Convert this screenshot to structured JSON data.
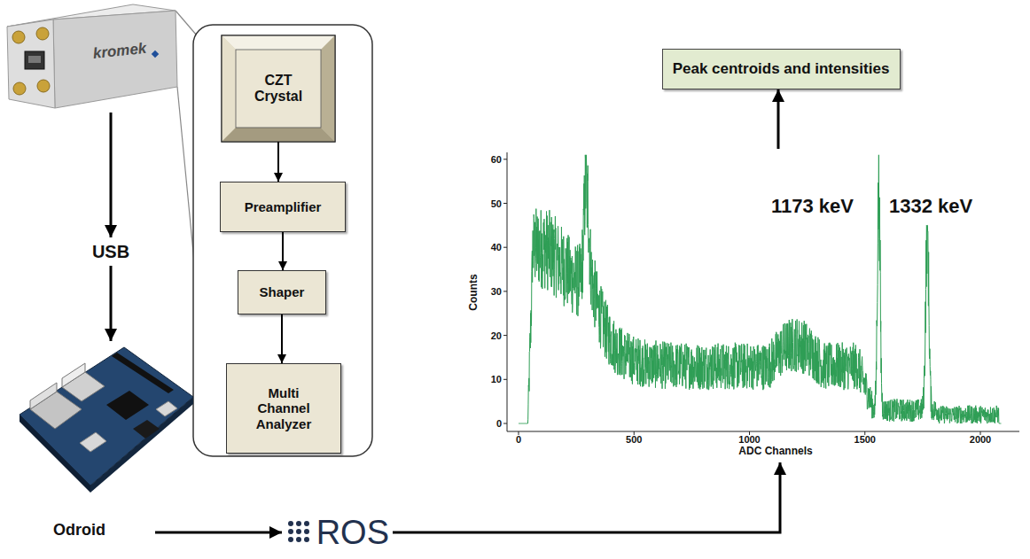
{
  "diagram": {
    "nodes": [
      {
        "text": [
          "kromek"
        ]
      },
      {
        "text": [
          "CZT Crystal"
        ]
      },
      {
        "text": [
          "Preamplifier"
        ]
      },
      {
        "text": [
          "Shaper"
        ]
      },
      {
        "text": [
          "Multi Channel Analyzer"
        ]
      },
      {
        "text": [
          "Peak centroids and intensities"
        ]
      },
      {
        "text": [
          "Counts",
          "1173 keV",
          "1332 keV",
          "ADC Channels"
        ]
      },
      {
        "text": [
          "USB"
        ]
      },
      {
        "text": [
          "Odroid"
        ]
      },
      {
        "text": [
          "ROS"
        ]
      }
    ],
    "edges": [
      {
        "from": 0,
        "to": 7,
        "arrow": "to"
      },
      {
        "from": 7,
        "to": 8,
        "arrow": "to"
      },
      {
        "from": 8,
        "to": 9,
        "arrow": "to"
      },
      {
        "from": 9,
        "to": 6,
        "arrow": "to"
      },
      {
        "from": 6,
        "to": 5,
        "arrow": "to"
      },
      {
        "from": 1,
        "to": 2,
        "arrow": "to"
      },
      {
        "from": 2,
        "to": 3,
        "arrow": "to"
      },
      {
        "from": 3,
        "to": 4,
        "arrow": "to"
      }
    ],
    "labels": [
      "0",
      "10",
      "20",
      "30",
      "40",
      "50",
      "60",
      "0",
      "500",
      "1000",
      "1500",
      "2000"
    ]
  }
}
